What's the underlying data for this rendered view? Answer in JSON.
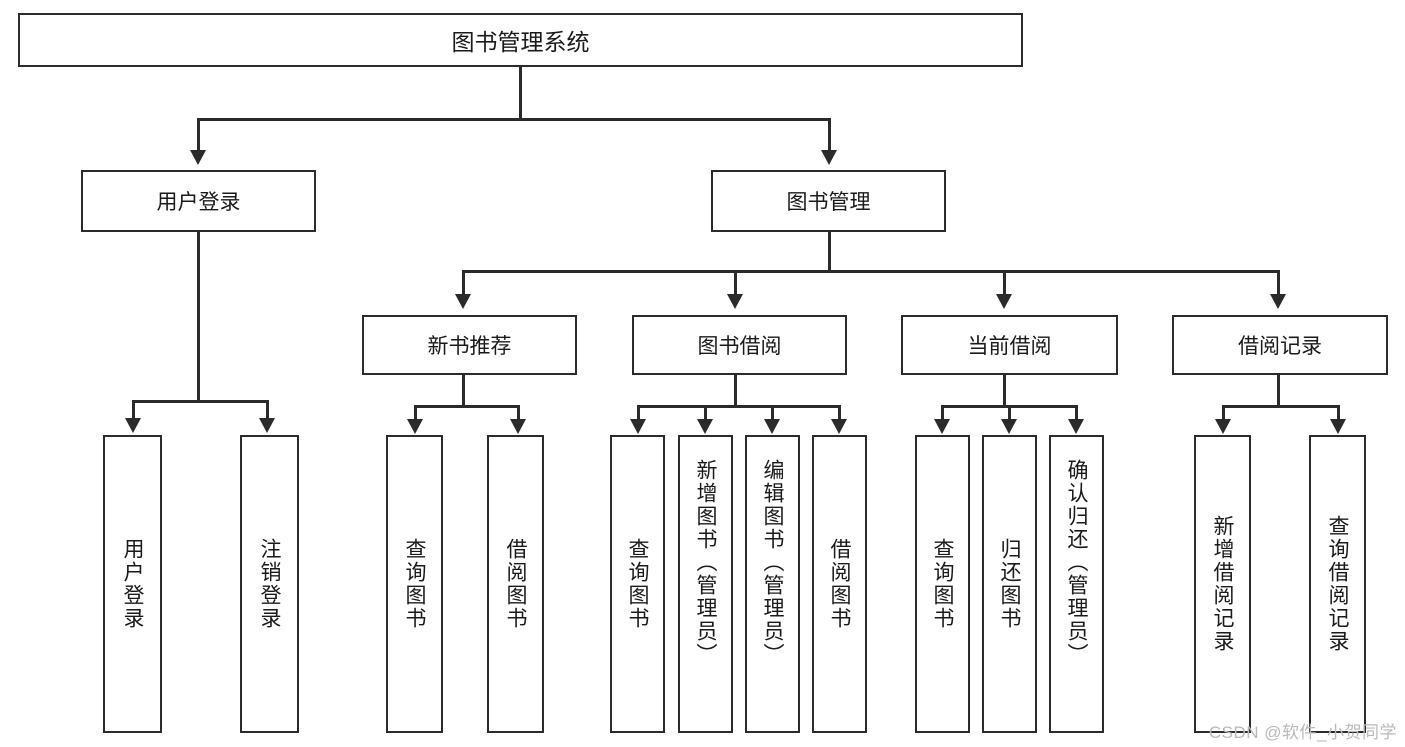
{
  "diagram": {
    "title": "图书管理系统",
    "type": "tree",
    "watermark": "CSDN @软件_小贺同学",
    "nodes": {
      "root": {
        "label": "图书管理系统"
      },
      "level2": [
        {
          "id": "user-login",
          "label": "用户登录"
        },
        {
          "id": "book-management",
          "label": "图书管理"
        }
      ],
      "level3": [
        {
          "id": "new-book-recommend",
          "label": "新书推荐"
        },
        {
          "id": "book-borrow",
          "label": "图书借阅"
        },
        {
          "id": "current-borrow",
          "label": "当前借阅"
        },
        {
          "id": "borrow-record",
          "label": "借阅记录"
        }
      ],
      "leaves": {
        "user_login": [
          {
            "id": "leaf-user-login",
            "label": "用户登录"
          },
          {
            "id": "leaf-logout-login",
            "label": "注销登录"
          }
        ],
        "new_book_recommend": [
          {
            "id": "leaf-query-book-1",
            "label": "查询图书"
          },
          {
            "id": "leaf-borrow-book-1",
            "label": "借阅图书"
          }
        ],
        "book_borrow": [
          {
            "id": "leaf-query-book-2",
            "label": "查询图书"
          },
          {
            "id": "leaf-add-book",
            "label": "新增图书（管理员）"
          },
          {
            "id": "leaf-edit-book",
            "label": "编辑图书（管理员）"
          },
          {
            "id": "leaf-borrow-book-2",
            "label": "借阅图书"
          }
        ],
        "current_borrow": [
          {
            "id": "leaf-query-book-3",
            "label": "查询图书"
          },
          {
            "id": "leaf-return-book",
            "label": "归还图书"
          },
          {
            "id": "leaf-confirm-return",
            "label": "确认归还（管理员）"
          }
        ],
        "borrow_record": [
          {
            "id": "leaf-add-record",
            "label": "新增借阅记录"
          },
          {
            "id": "leaf-query-record",
            "label": "查询借阅记录"
          }
        ]
      }
    },
    "colors": {
      "background": "#ffffff",
      "node_fill": "#ffffff",
      "node_border": "#2b2b2b",
      "connector": "#2b2b2b",
      "text": "#1a1a1a",
      "watermark": "#b9b9b9"
    }
  }
}
